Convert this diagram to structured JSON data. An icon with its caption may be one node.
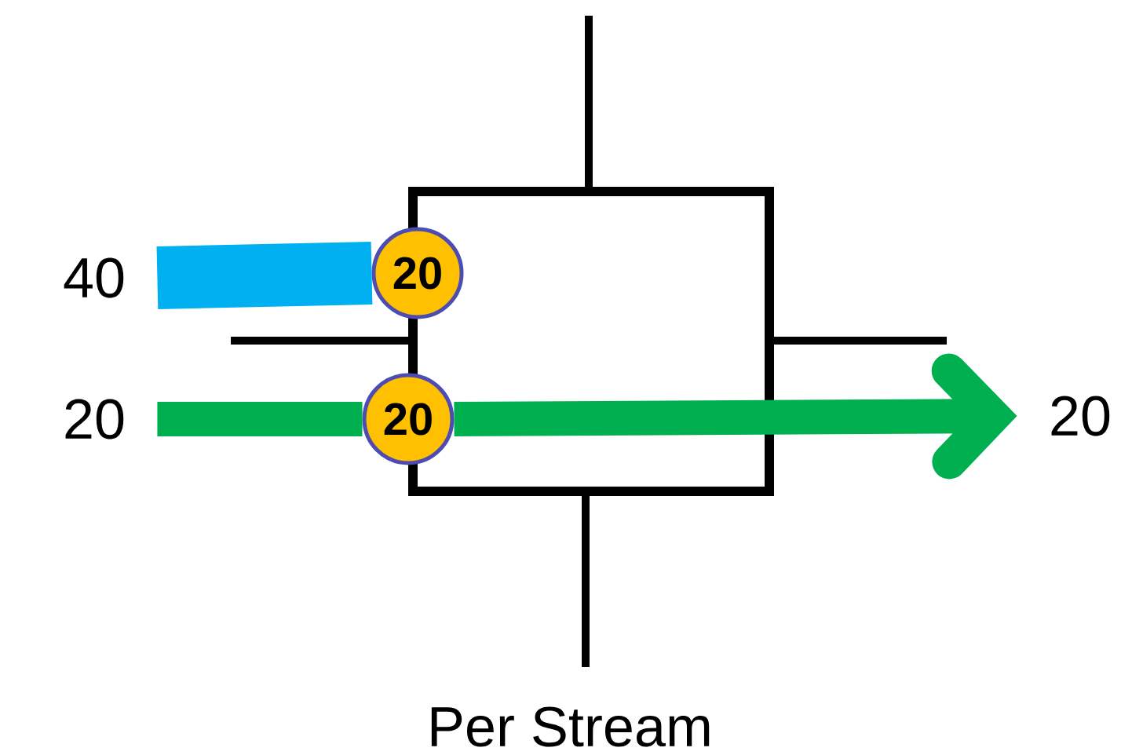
{
  "diagram": {
    "nodes": [
      {
        "text": [
          "40"
        ]
      },
      {
        "text": [
          "20"
        ]
      },
      {
        "text": [
          "20"
        ]
      },
      {
        "text": [
          "20"
        ]
      },
      {
        "text": [
          "20"
        ]
      }
    ],
    "edges": [
      {
        "from": 0,
        "to": 1,
        "arrow": "none",
        "style": "thick",
        "color": "#00b0f0"
      },
      {
        "from": 2,
        "to": 3,
        "arrow": "none"
      },
      {
        "from": 3,
        "to": 4,
        "arrow": "to"
      }
    ],
    "labels": [
      "Per Stream"
    ]
  }
}
